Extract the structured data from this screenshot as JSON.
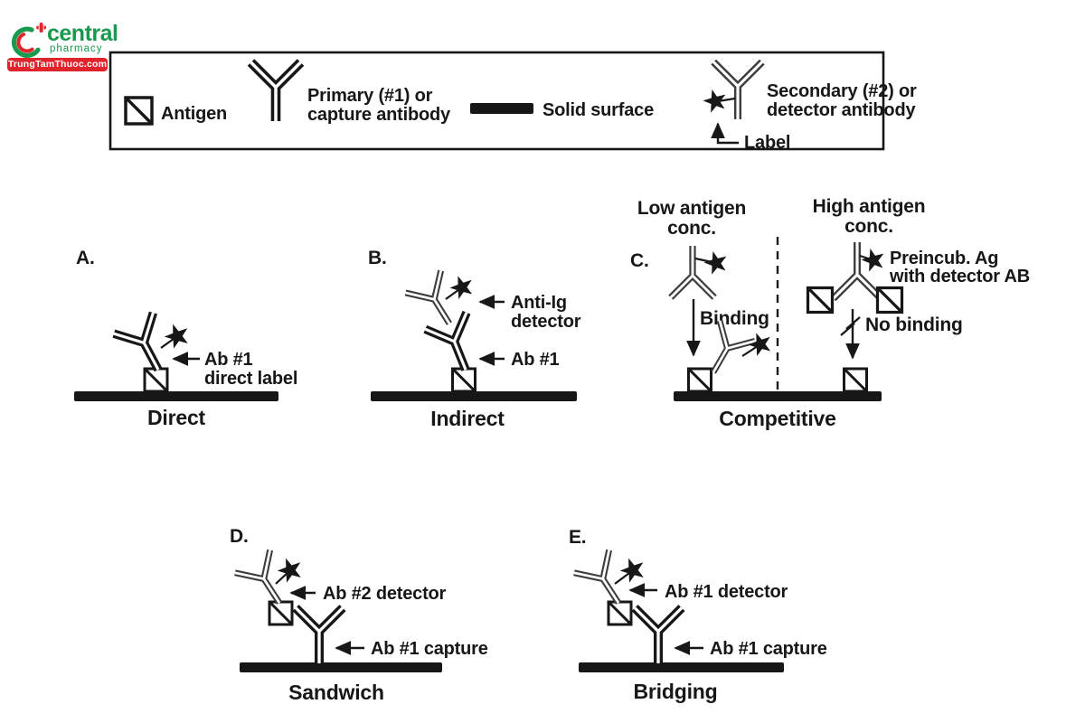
{
  "logo": {
    "brand": "central",
    "sub": "pharmacy",
    "domain": "TrungTamThuoc.com",
    "green": "#169a4d",
    "red": "#e1232b"
  },
  "colors": {
    "ink": "#171717",
    "detector_gray": "#3d3d3d"
  },
  "legend": {
    "antigen_label": "Antigen",
    "primary_label_line1": "Primary (#1) or",
    "primary_label_line2": "capture antibody",
    "surface_label": "Solid surface",
    "secondary_label_line1": "Secondary (#2) or",
    "secondary_label_line2": "detector antibody",
    "label_pointer": "Label"
  },
  "panels": {
    "a": {
      "letter": "A.",
      "caption": "Direct",
      "annotation_line1": "Ab #1",
      "annotation_line2": "direct label"
    },
    "b": {
      "letter": "B.",
      "caption": "Indirect",
      "annotation1_line1": "Anti-Ig",
      "annotation1_line2": "detector",
      "annotation2": "Ab #1"
    },
    "c": {
      "letter": "C.",
      "caption": "Competitive",
      "left_heading_line1": "Low antigen",
      "left_heading_line2": "conc.",
      "right_heading_line1": "High antigen",
      "right_heading_line2": "conc.",
      "binding_label": "Binding",
      "no_binding_label": "No binding",
      "preincub_line1": "Preincub. Ag",
      "preincub_line2": "with detector AB"
    },
    "d": {
      "letter": "D.",
      "caption": "Sandwich",
      "annotation1": "Ab #2 detector",
      "annotation2": "Ab #1 capture"
    },
    "e": {
      "letter": "E.",
      "caption": "Bridging",
      "annotation1": "Ab #1 detector",
      "annotation2": "Ab #1 capture"
    }
  }
}
